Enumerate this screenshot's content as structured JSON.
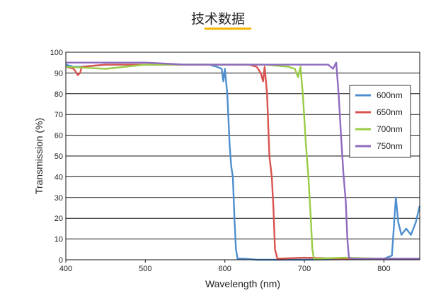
{
  "page": {
    "heading": "技术数据"
  },
  "chart_data": {
    "type": "line",
    "title": "",
    "xlabel": "Wavelength (nm)",
    "ylabel": "Transmission (%)",
    "xlim": [
      400,
      845
    ],
    "ylim": [
      0,
      100
    ],
    "x_ticks": [
      400,
      500,
      600,
      700,
      800
    ],
    "y_ticks": [
      0,
      10,
      20,
      30,
      40,
      50,
      60,
      70,
      80,
      90,
      100
    ],
    "grid": "horizontal",
    "legend": "right",
    "series": [
      {
        "name": "600nm",
        "color": "#4f8fcf",
        "points": [
          [
            400,
            94
          ],
          [
            410,
            93
          ],
          [
            420,
            93
          ],
          [
            450,
            94
          ],
          [
            500,
            94
          ],
          [
            550,
            94
          ],
          [
            580,
            94
          ],
          [
            590,
            93
          ],
          [
            596,
            92
          ],
          [
            598,
            86
          ],
          [
            600,
            92
          ],
          [
            603,
            80
          ],
          [
            606,
            55
          ],
          [
            608,
            45
          ],
          [
            610,
            40
          ],
          [
            612,
            20
          ],
          [
            614,
            5
          ],
          [
            616,
            0.5
          ],
          [
            625,
            0.5
          ],
          [
            640,
            0
          ],
          [
            700,
            0
          ],
          [
            800,
            0.5
          ],
          [
            810,
            2
          ],
          [
            815,
            30
          ],
          [
            818,
            18
          ],
          [
            822,
            12
          ],
          [
            828,
            15
          ],
          [
            834,
            12
          ],
          [
            840,
            18
          ],
          [
            845,
            26
          ]
        ]
      },
      {
        "name": "650nm",
        "color": "#d9534f",
        "points": [
          [
            400,
            93
          ],
          [
            410,
            92
          ],
          [
            415,
            89
          ],
          [
            418,
            90
          ],
          [
            420,
            93
          ],
          [
            450,
            94
          ],
          [
            500,
            94
          ],
          [
            550,
            94
          ],
          [
            600,
            94
          ],
          [
            630,
            94
          ],
          [
            640,
            93
          ],
          [
            645,
            90
          ],
          [
            648,
            86
          ],
          [
            650,
            93
          ],
          [
            653,
            80
          ],
          [
            656,
            50
          ],
          [
            659,
            40
          ],
          [
            661,
            25
          ],
          [
            663,
            5
          ],
          [
            666,
            0.5
          ],
          [
            700,
            1
          ],
          [
            750,
            0.5
          ],
          [
            800,
            0.5
          ],
          [
            845,
            0.3
          ]
        ]
      },
      {
        "name": "700nm",
        "color": "#99cc44",
        "points": [
          [
            400,
            93
          ],
          [
            450,
            92
          ],
          [
            500,
            94
          ],
          [
            550,
            94
          ],
          [
            600,
            94
          ],
          [
            650,
            94
          ],
          [
            680,
            93
          ],
          [
            688,
            92
          ],
          [
            692,
            88
          ],
          [
            695,
            93
          ],
          [
            698,
            80
          ],
          [
            702,
            55
          ],
          [
            705,
            40
          ],
          [
            708,
            20
          ],
          [
            710,
            5
          ],
          [
            712,
            0.5
          ],
          [
            750,
            1
          ],
          [
            800,
            0.5
          ],
          [
            845,
            0.5
          ]
        ]
      },
      {
        "name": "750nm",
        "color": "#8e6bbf",
        "points": [
          [
            400,
            95
          ],
          [
            450,
            95
          ],
          [
            500,
            95
          ],
          [
            550,
            94
          ],
          [
            600,
            94
          ],
          [
            650,
            94
          ],
          [
            700,
            94
          ],
          [
            730,
            94
          ],
          [
            736,
            92
          ],
          [
            740,
            95
          ],
          [
            743,
            80
          ],
          [
            746,
            60
          ],
          [
            749,
            42
          ],
          [
            752,
            28
          ],
          [
            754,
            10
          ],
          [
            756,
            1
          ],
          [
            760,
            0.5
          ],
          [
            800,
            0.5
          ],
          [
            845,
            0.5
          ]
        ]
      }
    ]
  }
}
